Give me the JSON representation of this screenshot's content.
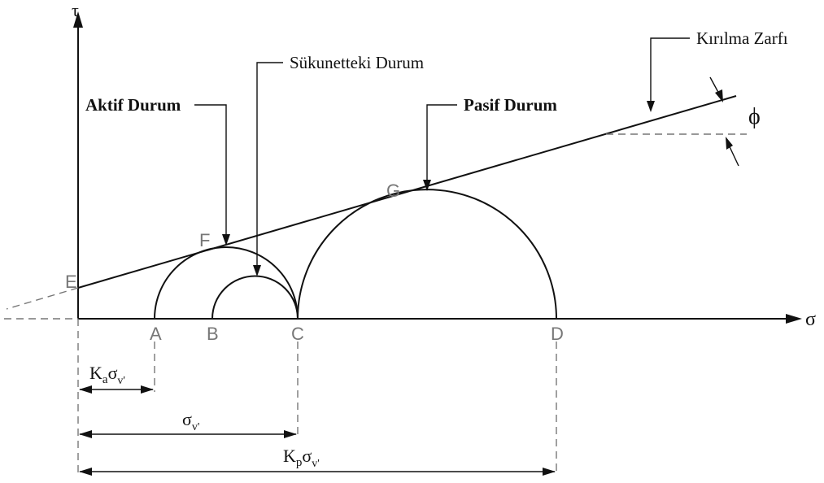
{
  "axes": {
    "tau": "τ",
    "sigma": "σ"
  },
  "callouts": {
    "envelope": "Kırılma Zarfı",
    "at_rest": "Sükunetteki Durum",
    "active": "Aktif Durum",
    "passive": "Pasif Durum"
  },
  "angle_label": "ϕ",
  "points": {
    "A": "A",
    "B": "B",
    "C": "C",
    "D": "D",
    "E": "E",
    "F": "F",
    "G": "G"
  },
  "dimensions": {
    "ka": {
      "coef": "K",
      "sub": "a",
      "sigma": "σ",
      "sigma_sub": "v'"
    },
    "sv": {
      "sigma": "σ",
      "sigma_sub": "v'"
    },
    "kp": {
      "coef": "K",
      "sub": "p",
      "sigma": "σ",
      "sigma_sub": "v'"
    }
  }
}
